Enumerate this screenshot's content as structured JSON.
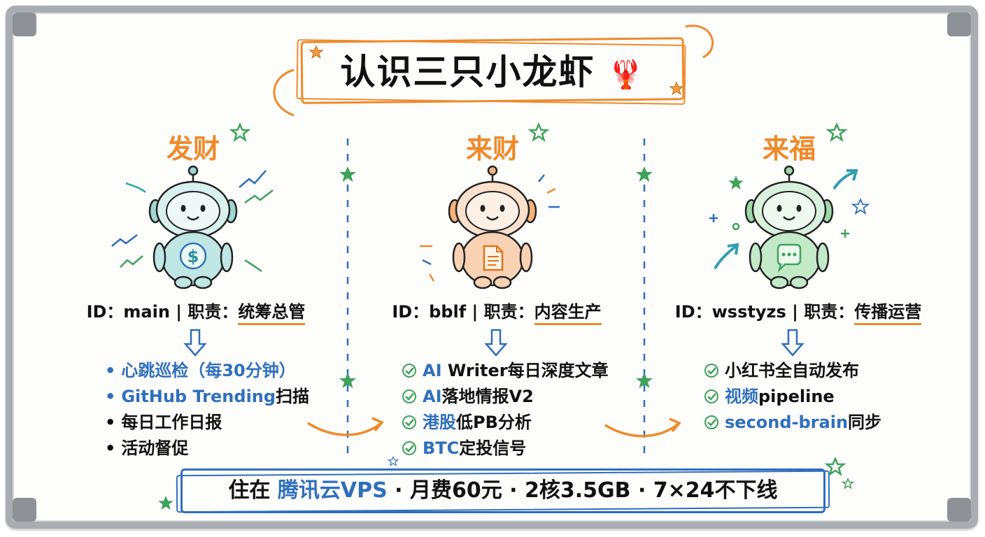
{
  "title": "认识三只小龙虾",
  "title_emoji": "🦞",
  "accent_color": "#ef8a2a",
  "blue_color": "#2f6fbd",
  "green_color": "#3fa25a",
  "columns": [
    {
      "name": "发财",
      "id_label": "ID：main | 职责：",
      "duty": "统筹总管",
      "robot_icon": "dollar-icon",
      "items": [
        {
          "text": "心跳巡检（每30分钟）",
          "style": "blue-dot"
        },
        {
          "text": "GitHub Trending",
          "suffix": "扫描",
          "style": "blue-dot"
        },
        {
          "text": "每日工作日报",
          "style": "black-dot"
        },
        {
          "text": "活动督促",
          "style": "black-dot"
        }
      ]
    },
    {
      "name": "来财",
      "id_label": "ID：bblf | 职责：",
      "duty": "内容生产",
      "robot_icon": "document-icon",
      "items": [
        {
          "prefix": "AI",
          "text": " Writer每日深度文章"
        },
        {
          "prefix": "AI",
          "text": "落地情报V2"
        },
        {
          "prefix": "港股",
          "text": "低PB分析"
        },
        {
          "prefix": "BTC",
          "text": "定投信号"
        }
      ]
    },
    {
      "name": "来福",
      "id_label": "ID：wsstyzs | 职责：",
      "duty": "传播运营",
      "robot_icon": "chat-icon",
      "items": [
        {
          "prefix": "",
          "text": "小红书全自动发布"
        },
        {
          "prefix": "视频",
          "text": "pipeline"
        },
        {
          "prefix": "second-brain",
          "text": "同步"
        }
      ]
    }
  ],
  "footer": {
    "prefix": "住在 ",
    "host": "腾讯云VPS",
    "rest": " · 月费60元 · 2核3.5GB · 7×24不下线"
  }
}
